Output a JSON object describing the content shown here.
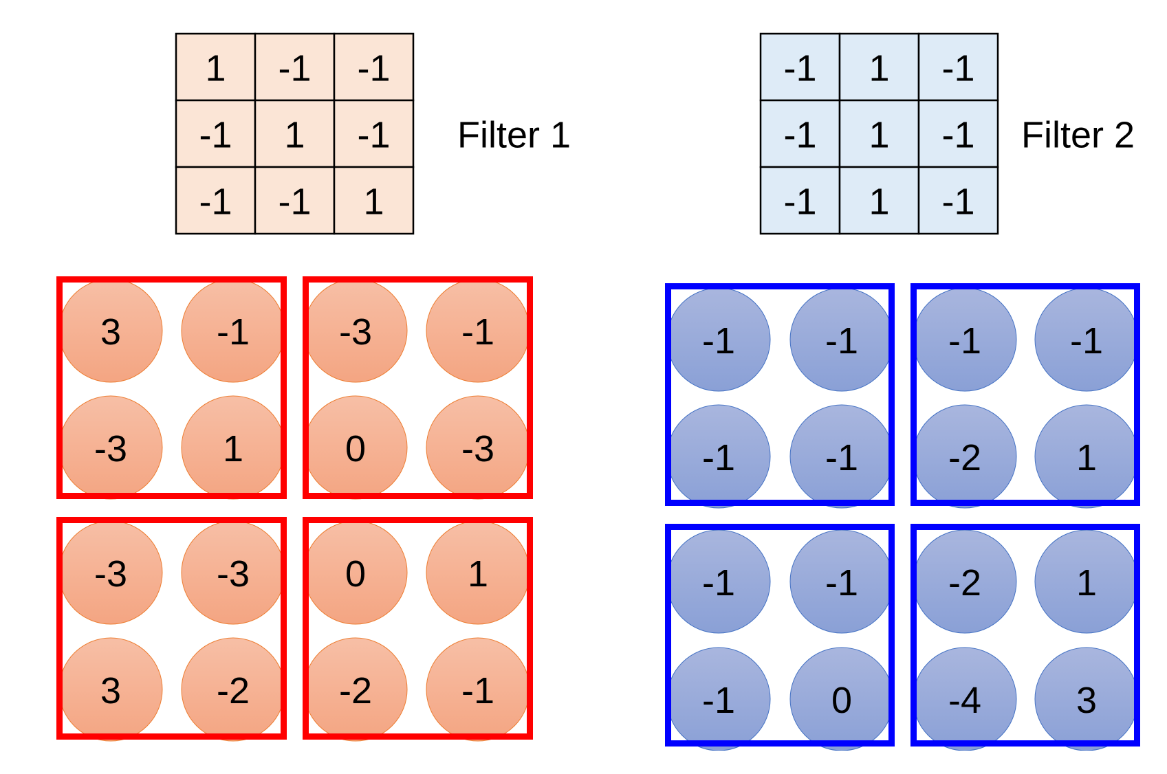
{
  "filters": [
    {
      "label": "Filter 1",
      "matrix": [
        [
          "1",
          "-1",
          "-1"
        ],
        [
          "-1",
          "1",
          "-1"
        ],
        [
          "-1",
          "-1",
          "1"
        ]
      ],
      "cell_color": "#fbe5d6"
    },
    {
      "label": "Filter 2",
      "matrix": [
        [
          "-1",
          "1",
          "-1"
        ],
        [
          "-1",
          "1",
          "-1"
        ],
        [
          "-1",
          "1",
          "-1"
        ]
      ],
      "cell_color": "#deebf7"
    }
  ],
  "feature_maps": [
    {
      "box_color": "#ff0000",
      "circle_top_color": "#f7bfa6",
      "circle_bottom_color": "#f4a582",
      "circle_stroke": "#ed7d31",
      "groups": [
        [
          [
            "3",
            "-1"
          ],
          [
            "-3",
            "1"
          ]
        ],
        [
          [
            "-3",
            "-1"
          ],
          [
            "0",
            "-3"
          ]
        ],
        [
          [
            "-3",
            "-3"
          ],
          [
            "3",
            "-2"
          ]
        ],
        [
          [
            "0",
            "1"
          ],
          [
            "-2",
            "-1"
          ]
        ]
      ]
    },
    {
      "box_color": "#0000ff",
      "circle_top_color": "#a9b6de",
      "circle_bottom_color": "#8aa0d6",
      "circle_stroke": "#4472c4",
      "groups": [
        [
          [
            "-1",
            "-1"
          ],
          [
            "-1",
            "-1"
          ]
        ],
        [
          [
            "-1",
            "-1"
          ],
          [
            "-2",
            "1"
          ]
        ],
        [
          [
            "-1",
            "-1"
          ],
          [
            "-1",
            "0"
          ]
        ],
        [
          [
            "-2",
            "1"
          ],
          [
            "-4",
            "3"
          ]
        ]
      ]
    }
  ]
}
